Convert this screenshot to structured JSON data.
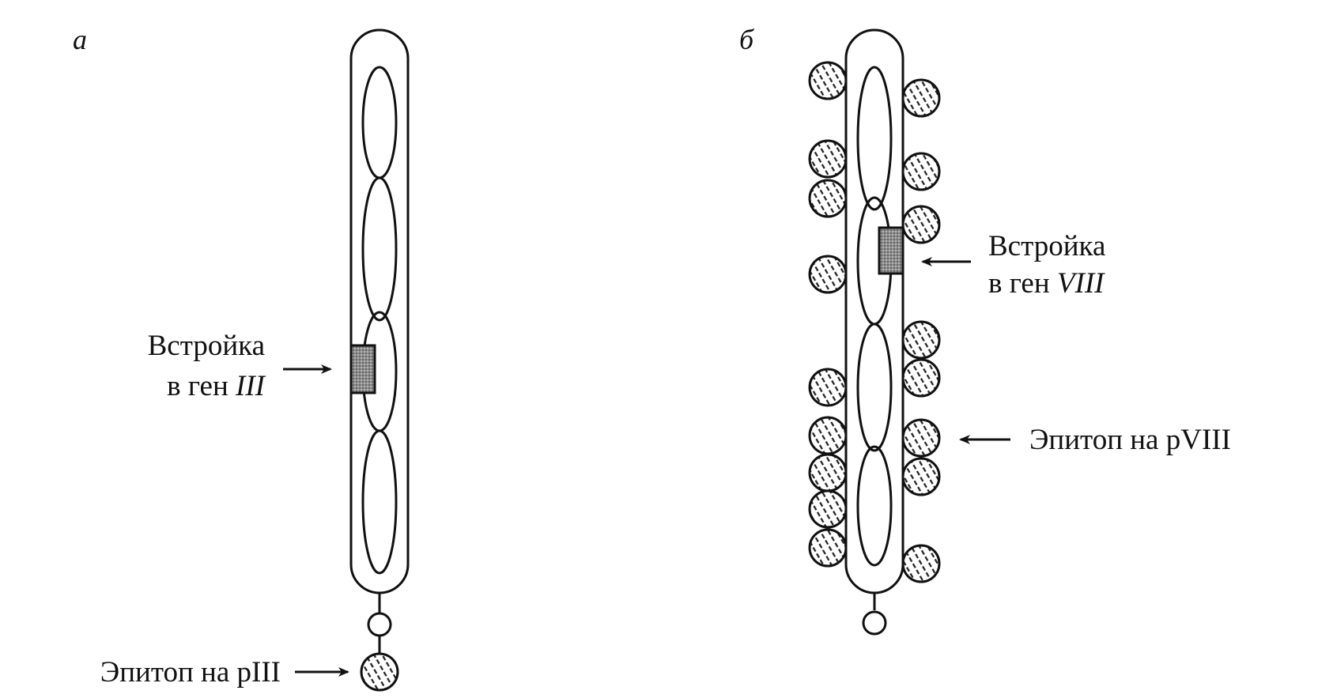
{
  "panel_a": {
    "letter": "а",
    "insert_line1": "Встройка",
    "insert_line2_prefix": "в ген ",
    "insert_line2_gene": "III",
    "epitope_label": "Эпитоп на pIII"
  },
  "panel_b": {
    "letter": "б",
    "insert_line1": "Встройка",
    "insert_line2_prefix": "в ген ",
    "insert_line2_gene": "VIII",
    "epitope_label": "Эпитоп на pVIII"
  }
}
